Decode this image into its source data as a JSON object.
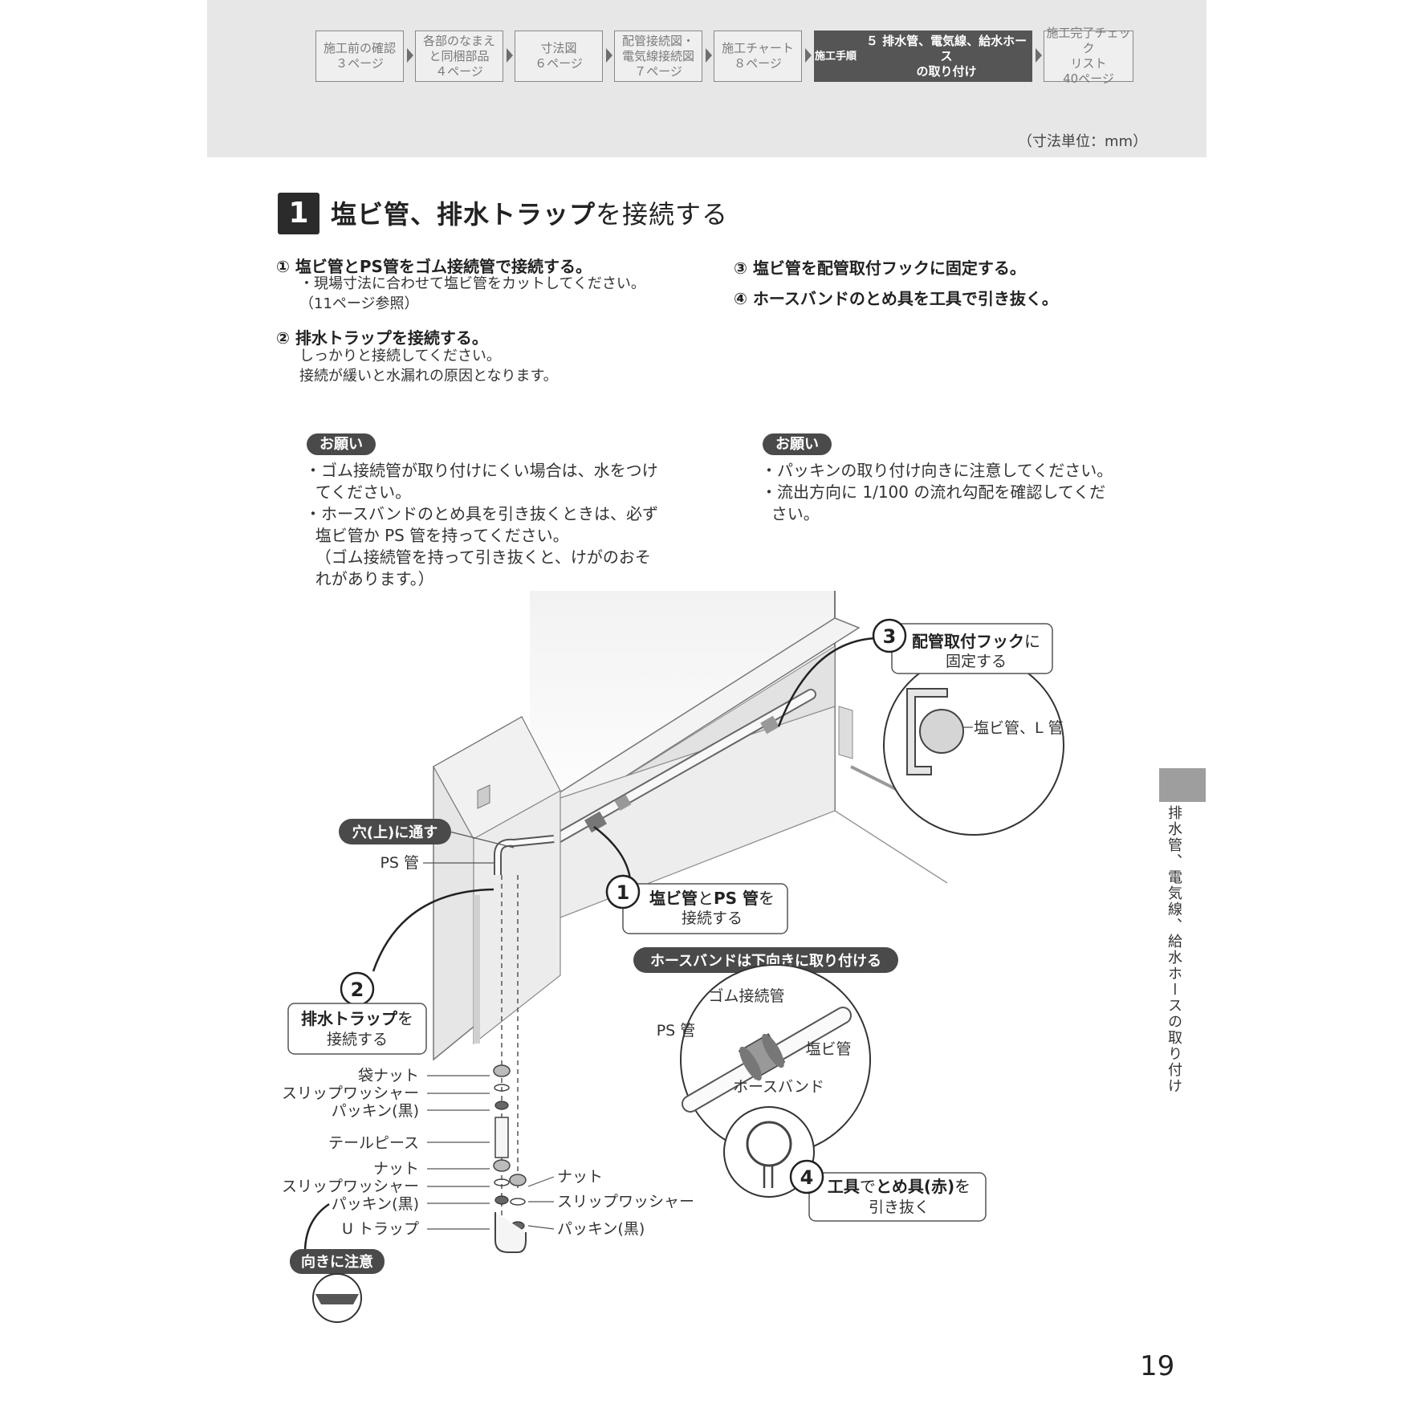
{
  "header": {
    "steps": [
      {
        "label": "施工前の確認\n３ページ"
      },
      {
        "label": "各部のなまえ\nと同梱部品\n４ページ"
      },
      {
        "label": "寸法図\n６ページ"
      },
      {
        "label": "配管接続図・\n電気線接続図\n７ページ"
      },
      {
        "label": "施工チャート\n８ページ"
      },
      {
        "tag": "施工手順",
        "label": "５ 排水管、電気線、給水ホース\nの取り付け"
      },
      {
        "label": "施工完了チェック\nリスト\n40ページ"
      }
    ],
    "unit_note": "（寸法単位：mm）"
  },
  "section": {
    "number": "1",
    "title_bold": "塩ビ管、排水トラップ",
    "title_rest": "を接続する"
  },
  "instructions": {
    "s1": "① 塩ビ管とPS管をゴム接続管で接続する。",
    "s1_note1": "・現場寸法に合わせて塩ビ管をカットしてください。",
    "s1_note2": "（11ページ参照）",
    "s2": "② 排水トラップを接続する。",
    "s2_note1": "しっかりと接続してください。",
    "s2_note2": "接続が緩いと水漏れの原因となります。",
    "s3": "③ 塩ビ管を配管取付フックに固定する。",
    "s4": "④ ホースバンドのとめ具を工具で引き抜く。"
  },
  "requests": {
    "left_title": "お願い",
    "left_lines": [
      "・ゴム接続管が取り付けにくい場合は、水をつけ",
      "  てください。",
      "・ホースバンドのとめ具を引き抜くときは、必ず",
      "  塩ビ管か PS 管を持ってください。",
      "  （ゴム接続管を持って引き抜くと、けがのおそ",
      "  れがあります。）"
    ],
    "right_title": "お願い",
    "right_lines": [
      "・パッキンの取り付け向きに注意してください。",
      "・流出方向に 1/100 の流れ勾配を確認してくだ",
      "  さい。"
    ]
  },
  "diagram": {
    "callout3_num": "3",
    "callout3_bold": "配管取付フック",
    "callout3_rest": "に",
    "callout3_line2": "固定する",
    "callout3_label": "塩ビ管、L 管",
    "label_hole": "穴(上)に通す",
    "label_ps": "PS 管",
    "callout1_num": "1",
    "callout1_a": "塩ビ管",
    "callout1_b": "と",
    "callout1_c": "PS 管",
    "callout1_d": "を",
    "callout1_line2": "接続する",
    "banner_hoseband": "ホースバンドは下向きに取り付ける",
    "zoom_rubber": "ゴム接続管",
    "zoom_ps": "PS 管",
    "zoom_pvc": "塩ビ管",
    "zoom_band": "ホースバンド",
    "callout4_num": "4",
    "callout4_a": "工具",
    "callout4_b": "で",
    "callout4_c": "とめ具(赤)",
    "callout4_d": "を",
    "callout4_line2": "引き抜く",
    "callout2_num": "2",
    "callout2_bold": "排水トラップ",
    "callout2_rest": "を",
    "callout2_line2": "接続する",
    "parts_left": [
      "袋ナット",
      "スリップワッシャー",
      "パッキン(黒)",
      "テールピース",
      "ナット",
      "スリップワッシャー",
      "パッキン(黒)",
      "U トラップ"
    ],
    "parts_right": [
      "ナット",
      "スリップワッシャー",
      "パッキン(黒)"
    ],
    "label_caution": "向きに注意"
  },
  "sidebar": {
    "text": "排水管、電気線、給水ホースの取り付け"
  },
  "page_number": "19"
}
